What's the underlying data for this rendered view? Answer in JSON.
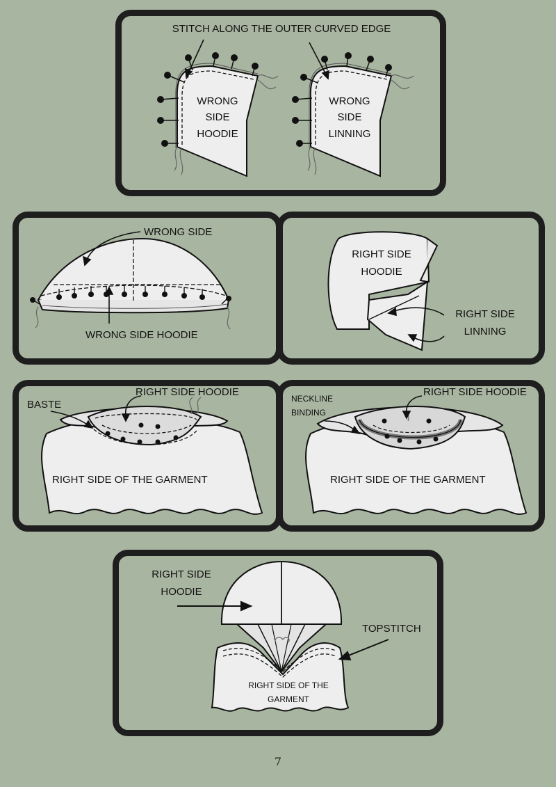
{
  "panel1": {
    "caption": "STITCH ALONG THE OUTER CURVED EDGE",
    "hood_left": [
      "WRONG",
      "SIDE",
      "HOODIE"
    ],
    "hood_right": [
      "WRONG",
      "SIDE",
      "LINNING"
    ]
  },
  "panel2": {
    "top_label": "WRONG SIDE",
    "bottom_label": "WRONG SIDE HOODIE"
  },
  "panel3": {
    "hood_label": [
      "RIGHT SIDE",
      "HOODIE"
    ],
    "lining_label": [
      "RIGHT SIDE",
      "LINNING"
    ]
  },
  "panel4": {
    "baste": "BASTE",
    "hoodie": "RIGHT SIDE HOODIE",
    "garment": "RIGHT SIDE OF THE GARMENT"
  },
  "panel5": {
    "binding": [
      "NECKLINE",
      "BINDING"
    ],
    "hoodie": "RIGHT SIDE HOODIE",
    "garment": "RIGHT SIDE OF THE GARMENT"
  },
  "panel6": {
    "hood_label": [
      "RIGHT SIDE",
      "HOODIE"
    ],
    "topstitch": "TOPSTITCH",
    "garment": [
      "RIGHT SIDE OF THE",
      "GARMENT"
    ]
  },
  "page_number": "7",
  "colors": {
    "background": "#a8b5a0",
    "border": "#1e1e1e",
    "fabric": "#eeeeee"
  }
}
